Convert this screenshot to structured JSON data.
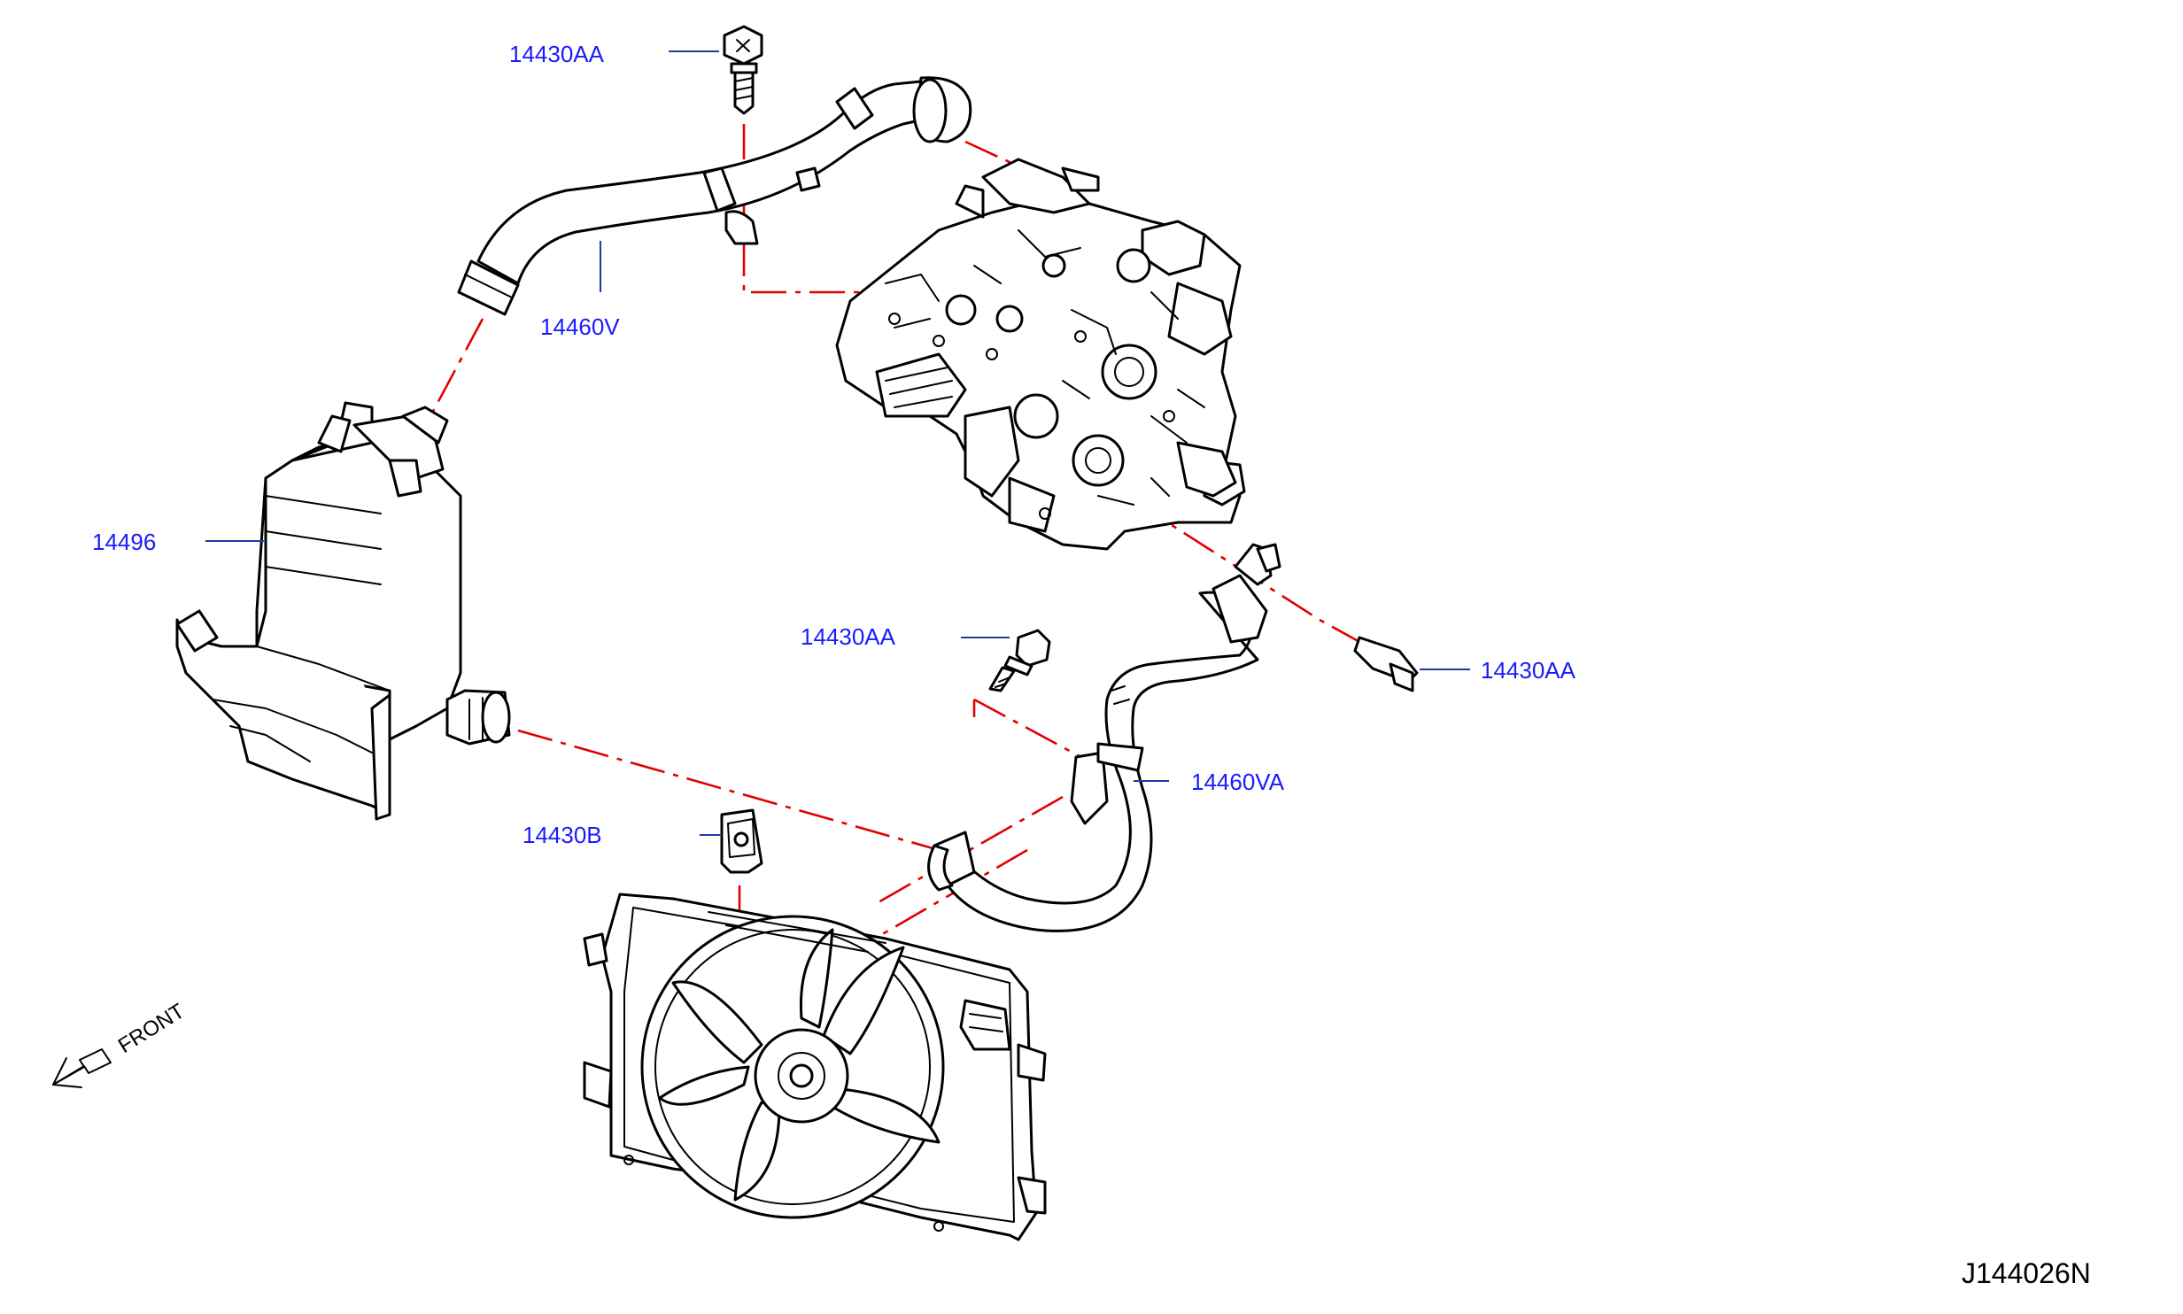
{
  "callouts": {
    "bolt_top": "14430AA",
    "hose_upper": "14460V",
    "charge_air_cooler": "14496",
    "bolt_mid": "14430AA",
    "bolt_right_partial": "14430AA",
    "hose_lower": "14460VA",
    "bracket": "14430B"
  },
  "front_indicator": "FRONT",
  "figure_id": "J144026N",
  "colors": {
    "callout_text": "#1a1aff",
    "leader": "#1f3a9a",
    "phantom_line": "#e00000",
    "linework": "#000000"
  },
  "icons": {
    "front_arrow": "arrow-down-left"
  }
}
